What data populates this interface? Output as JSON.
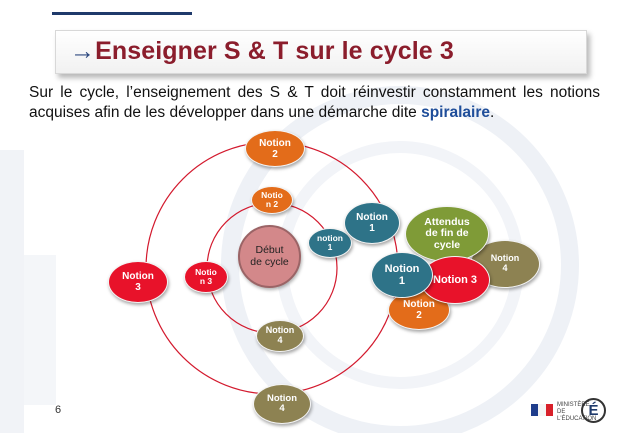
{
  "slide": {
    "title_arrow": "→",
    "title": "Enseigner S & T sur le cycle 3",
    "intro_text": "Sur le cycle, l’enseignement des S & T doit réinvestir constamment les notions acquises afin de les développer dans une démarche dite ",
    "intro_keyword": "spiralaire",
    "intro_end": ".",
    "page_number": "6"
  },
  "diagram": {
    "center": [
      "Début",
      "de cycle"
    ],
    "inner_ring": {
      "top": [
        "Notio",
        "n 2"
      ],
      "right": [
        "notion",
        "1"
      ],
      "left": [
        "Notio",
        "n 3"
      ]
    },
    "middle_ring": {
      "top": [
        "Notion",
        "2"
      ],
      "right": [
        "Notion",
        "1"
      ],
      "left": [
        "Notion",
        "3"
      ],
      "bottom": [
        "Notion",
        "4"
      ]
    },
    "outer_ring": {
      "bottom": [
        "Notion",
        "4"
      ]
    },
    "end_cluster": {
      "goal": [
        "Attendus",
        "de fin de",
        "cycle"
      ],
      "notion1": [
        "Notion",
        "1"
      ],
      "notion3": [
        "Notion 3"
      ],
      "notion2": [
        "Notion",
        "2"
      ],
      "notion4": [
        "Notion",
        "4"
      ]
    }
  },
  "footer": {
    "ministry_line1": "MINISTÈRE",
    "ministry_line2": "DE",
    "ministry_line3": "L'ÉDUCATION",
    "logo_letter": "É"
  },
  "colors": {
    "title": "#8b1d2c",
    "keyword": "#1f4e9a",
    "orange": "#e36c1a",
    "teal": "#2e7388",
    "red": "#e8122a",
    "olive": "#8d8252",
    "green": "#7f9b37",
    "center": "#d3888a"
  }
}
